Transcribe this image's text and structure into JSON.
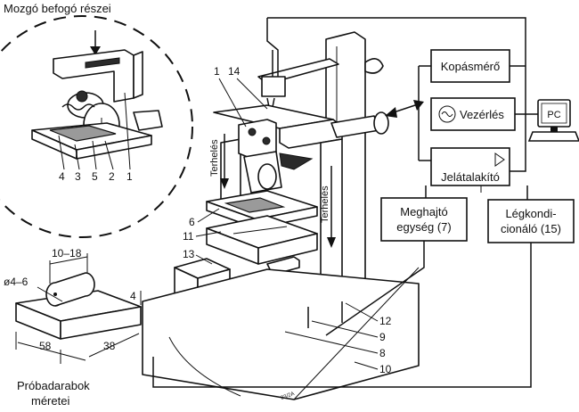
{
  "inset": {
    "title": "Mozgó befogó részei",
    "part_numbers": [
      "4",
      "3",
      "5",
      "2",
      "1"
    ]
  },
  "specimen": {
    "caption_line1": "Próbadarabok",
    "caption_line2": "méretei",
    "dim_length": "10–18",
    "dim_diameter": "ø4–6",
    "dim_height": "4",
    "dim_width": "58",
    "dim_depth": "38"
  },
  "machine": {
    "load_label_left": "Terhelés",
    "load_label_right": "Terhelés",
    "callouts": {
      "c1": "1",
      "c14": "14",
      "c6": "6",
      "c11": "11",
      "c13": "13",
      "c12": "12",
      "c9": "9",
      "c8": "8",
      "c10": "10"
    },
    "stamp": "23/2A"
  },
  "blocks": {
    "kopasmero": "Kopásmérő",
    "vezerles": "Vezérlés",
    "pc": "PC",
    "jelatalakito": "Jelátalakító",
    "meghajto_line1": "Meghajtó",
    "meghajto_line2": "egység (7)",
    "legkondi_line1": "Légkondi-",
    "legkondi_line2": "cionáló (15)"
  },
  "icons": [
    "wave-symbol-icon",
    "triangle-symbol-icon",
    "computer-icon",
    "double-arrow-icon",
    "down-arrow-icon"
  ]
}
